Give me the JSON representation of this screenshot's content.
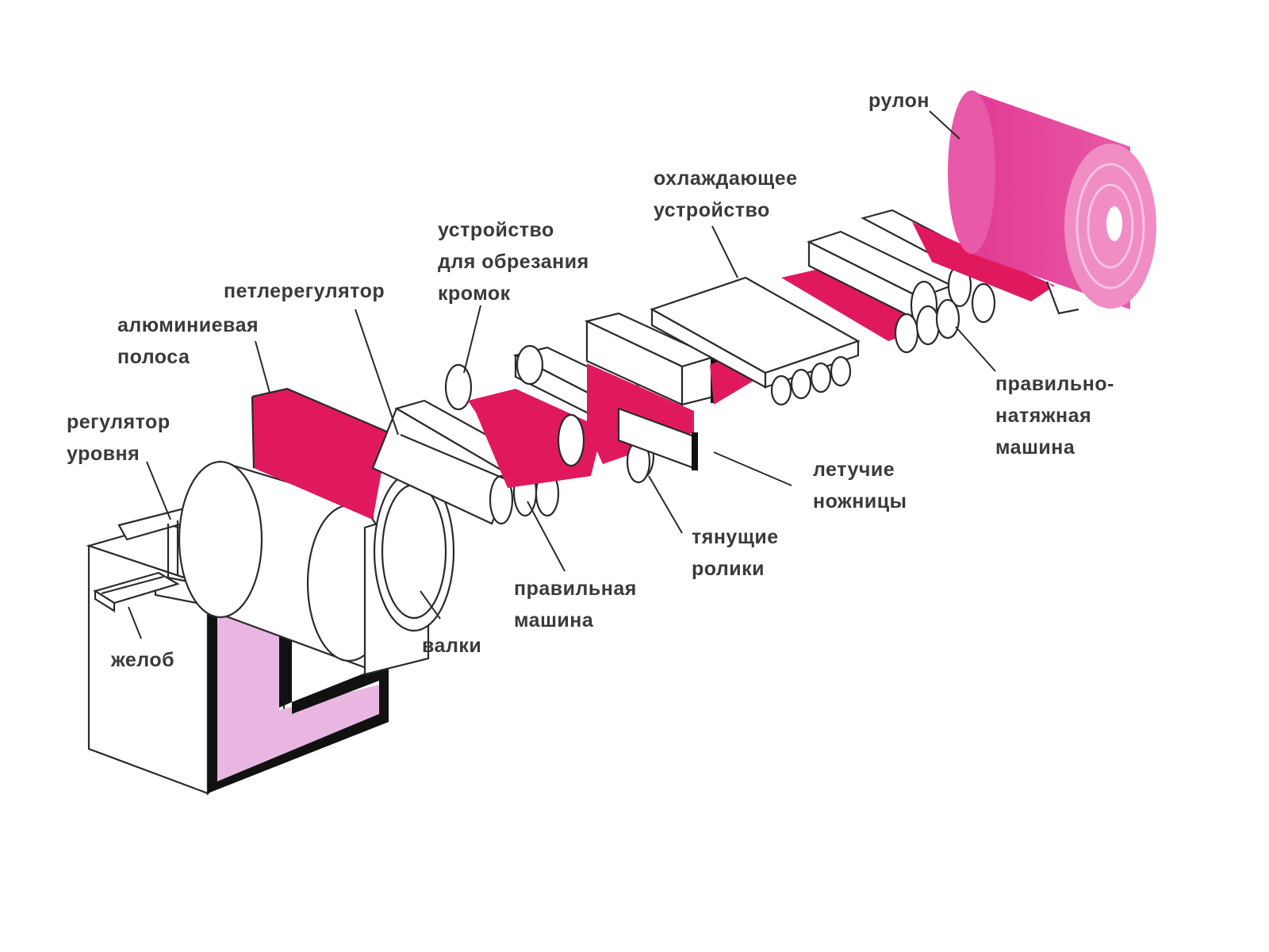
{
  "colors": {
    "strip": "#e0195f",
    "strip_dark": "#c5124f",
    "coil": "#e23a93",
    "coil_light": "#f08dc4",
    "melt": "#e9b6e1",
    "outline": "#2a2a2a",
    "background": "#ffffff"
  },
  "labels": {
    "coil": [
      "рулон"
    ],
    "cooling_device": [
      "охлаждающее",
      "устройство"
    ],
    "edge_trimmer": [
      "устройство",
      "для обрезания",
      "кромок"
    ],
    "loop_regulator": [
      "петлерегулятор"
    ],
    "aluminum_strip": [
      "алюминиевая",
      "полоса"
    ],
    "level_regulator": [
      "регулятор",
      "уровня"
    ],
    "trough": [
      "желоб"
    ],
    "rolls": [
      "валки"
    ],
    "straightening_machine": [
      "правильная",
      "машина"
    ],
    "pulling_rollers": [
      "тянущие",
      "ролики"
    ],
    "flying_shears": [
      "летучие",
      "ножницы"
    ],
    "tension_leveler": [
      "правильно-",
      "натяжная",
      "машина"
    ]
  }
}
